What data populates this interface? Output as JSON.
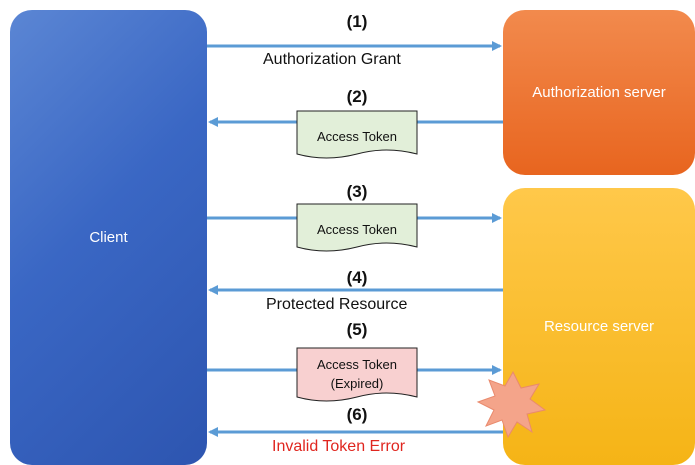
{
  "nodes": {
    "client": "Client",
    "authorization_server": "Authorization server",
    "resource_server": "Resource server"
  },
  "steps": [
    {
      "num": "(1)",
      "label": "Authorization Grant"
    },
    {
      "num": "(2)",
      "token": "Access Token"
    },
    {
      "num": "(3)",
      "token": "Access Token"
    },
    {
      "num": "(4)",
      "label": "Protected Resource"
    },
    {
      "num": "(5)",
      "token": "Access Token",
      "token_note": "(Expired)"
    },
    {
      "num": "(6)",
      "label": "Invalid Token Error"
    }
  ],
  "colors": {
    "arrow": "#5b9bd5",
    "token_green": "#e2efd9",
    "token_pink": "#f8d0d0",
    "error_text": "#e0261f",
    "burst": "#f4a48a"
  }
}
